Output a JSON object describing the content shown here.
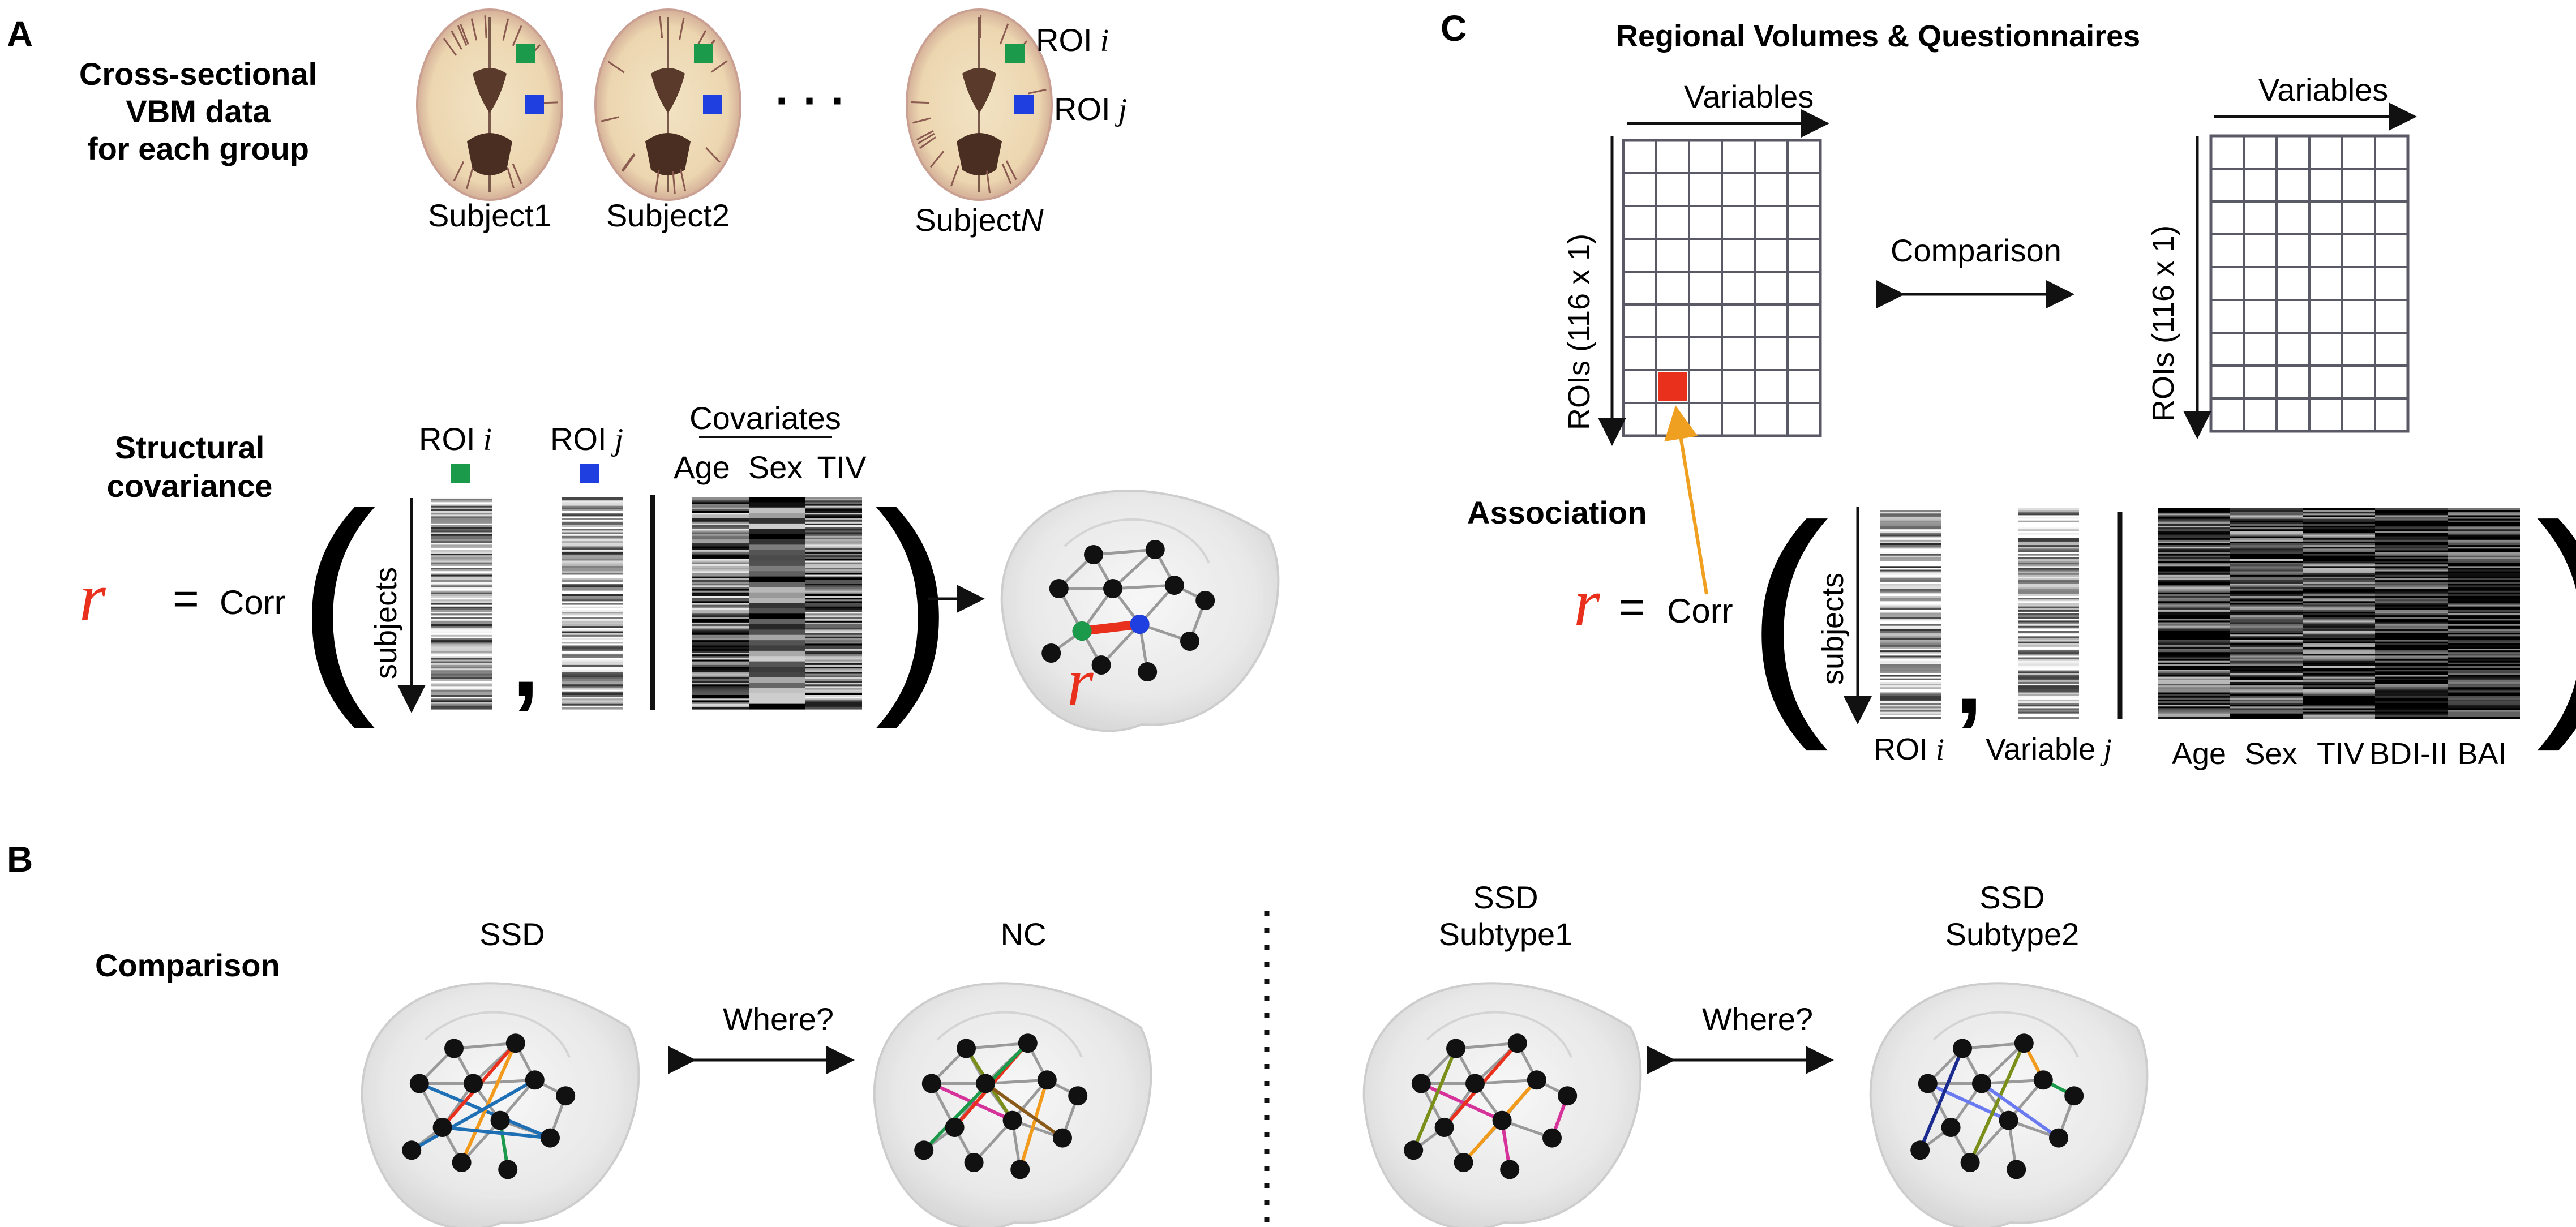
{
  "panel_a": {
    "letter": "A",
    "data_title": [
      "Cross-sectional",
      "VBM data",
      "for each group"
    ],
    "subjects": [
      {
        "label": "Subject1"
      },
      {
        "label": "Subject2"
      },
      {
        "label": "Subject",
        "suffix": "N"
      }
    ],
    "dots": "· · ·",
    "roi_i_label": "ROI",
    "roi_j_label": "ROI",
    "idx_i": "i",
    "idx_j": "j",
    "structural_title": [
      "Structural",
      "covariance"
    ],
    "r_symbol": "r",
    "equals": "=",
    "corr": "Corr",
    "subjects_axis": "subjects",
    "covariates_header": "Covariates",
    "covariates": [
      "Age",
      "Sex",
      "TIV"
    ],
    "comma": ","
  },
  "panel_b": {
    "letter": "B",
    "row_label": "Comparison",
    "left_pair": {
      "group1": [
        "SSD"
      ],
      "group2": [
        "NC"
      ],
      "question": "Where?"
    },
    "right_pair": {
      "group1": [
        "SSD",
        "Subtype1"
      ],
      "group2": [
        "SSD",
        "Subtype2"
      ],
      "question": "Where?"
    }
  },
  "panel_c": {
    "letter": "C",
    "title": "Regional Volumes & Questionnaires",
    "variables_label": "Variables",
    "rois_label": "ROIs (116 x 1)",
    "comparison_label": "Comparison",
    "association_label": "Association",
    "r_symbol": "r",
    "equals": "=",
    "corr": "Corr",
    "subjects_axis": "subjects",
    "roi_label": "ROI",
    "idx_i": "i",
    "variable_label": "Variable",
    "idx_j": "j",
    "comma": ",",
    "covariates": [
      "Age",
      "Sex",
      "TIV",
      "BDI-II",
      "BAI"
    ]
  },
  "colors": {
    "roi_i": "#1a9a4a",
    "roi_j": "#1f3fe0",
    "highlight_red": "#e8301c",
    "arrow_orange": "#f0a020",
    "grid_line": "#5a5a66",
    "edge_gray": "#9a9a9a",
    "node_black": "#111111",
    "edge_colors_ssd": [
      "#1f6fb5",
      "#e8301c",
      "#f29a1c",
      "#1a9a4a",
      "#1f6fb5"
    ],
    "edge_colors_nc": [
      "#d6339a",
      "#7a8f1a",
      "#e8301c",
      "#1a9a4a",
      "#f29a1c",
      "#8a5a1a"
    ],
    "edge_colors_sub1": [
      "#d6339a",
      "#7a8f1a",
      "#e8301c",
      "#f29a1c",
      "#d6339a"
    ],
    "edge_colors_sub2": [
      "#6a7af0",
      "#1a2a8f",
      "#f29a1c",
      "#1a9a4a",
      "#7a8f1a",
      "#6a7af0"
    ]
  }
}
